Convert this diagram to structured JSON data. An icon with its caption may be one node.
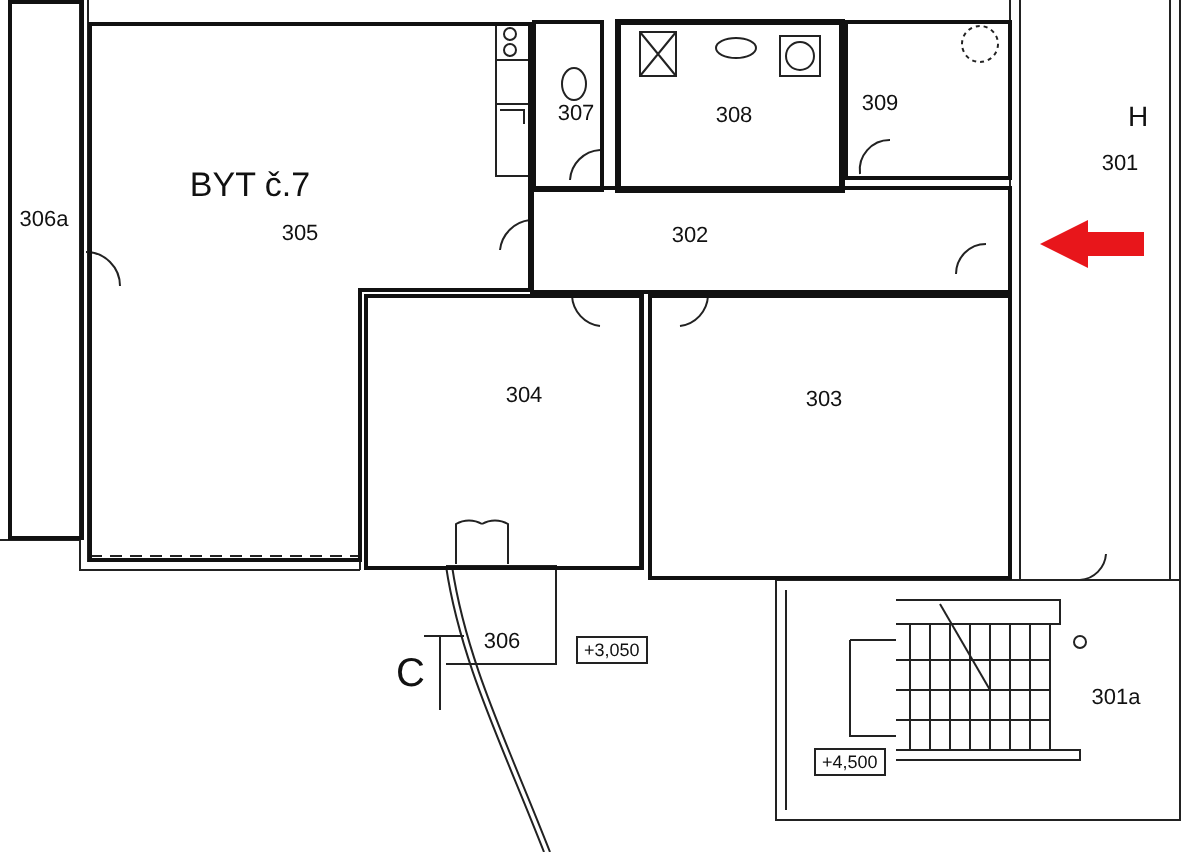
{
  "diagram": {
    "nodes": [
      {
        "text": [
          "306a"
        ]
      },
      {
        "text": [
          "BYT č.7",
          "305"
        ]
      },
      {
        "text": [
          "307"
        ]
      },
      {
        "text": [
          "308"
        ]
      },
      {
        "text": [
          "309"
        ]
      },
      {
        "text": [
          "302"
        ]
      },
      {
        "text": [
          "301"
        ]
      },
      {
        "text": [
          "304"
        ]
      },
      {
        "text": [
          "303"
        ]
      },
      {
        "text": [
          "306"
        ]
      },
      {
        "text": [
          "301a"
        ]
      }
    ],
    "edges": [
      {
        "from": null,
        "to": 5,
        "arrow": "to",
        "color": "#e8161b"
      }
    ],
    "labels": [
      "H",
      "C",
      "+3,050",
      "+4,500"
    ]
  }
}
